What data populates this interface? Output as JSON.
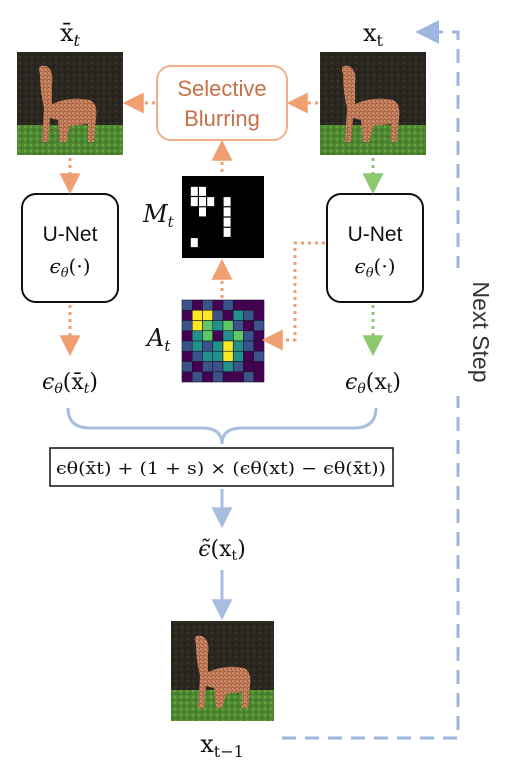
{
  "labels": {
    "xbar_t": "x̄",
    "xbar_t_sub": "t",
    "x_t": "x",
    "x_t_sub": "t",
    "x_t_minus_1": "x",
    "x_t_minus_1_sub": "t−1",
    "selective_blurring_line1": "Selective",
    "selective_blurring_line2": "Blurring",
    "unet_label": "U-Net",
    "unet_fn": "ϵ",
    "unet_fn_sub": "θ",
    "unet_fn_arg": "(·)",
    "M_t": "M",
    "M_t_sub": "t",
    "A_t": "A",
    "A_t_sub": "t",
    "eps_left": "ϵ",
    "eps_left_sub": "θ",
    "eps_left_arg_pre": "(",
    "eps_left_arg": "x̄",
    "eps_left_arg_sub": "t",
    "eps_left_arg_post": ")",
    "eps_right": "ϵ",
    "eps_right_sub": "θ",
    "eps_right_arg_pre": "(",
    "eps_right_arg": "x",
    "eps_right_arg_sub": "t",
    "eps_right_arg_post": ")",
    "formula": "ϵθ(x̄t) + (1 + s) × (ϵθ(xt) − ϵθ(x̄t))",
    "eps_tilde": "ϵ̃",
    "eps_tilde_arg_pre": "(",
    "eps_tilde_arg": "x",
    "eps_tilde_arg_sub": "t",
    "eps_tilde_arg_post": ")",
    "next_step": "Next Step"
  },
  "colors": {
    "orange": "#f0a070",
    "green": "#8cc870",
    "blue": "#a8bee0",
    "blue_dash": "#9db6e0",
    "box_orange_text": "#c8704a",
    "box_orange_border": "#f0b08a",
    "attention_palette": [
      "#440154",
      "#3b528b",
      "#21918c",
      "#5ec962",
      "#fde725"
    ]
  },
  "attention_grid": [
    [
      1,
      0,
      1,
      0,
      1,
      0,
      0,
      0
    ],
    [
      0,
      4,
      4,
      1,
      0,
      2,
      1,
      0
    ],
    [
      1,
      4,
      3,
      2,
      3,
      1,
      0,
      1
    ],
    [
      0,
      2,
      3,
      0,
      2,
      3,
      1,
      0
    ],
    [
      1,
      2,
      1,
      2,
      4,
      2,
      1,
      0
    ],
    [
      0,
      1,
      2,
      2,
      4,
      2,
      0,
      1
    ],
    [
      1,
      0,
      1,
      1,
      2,
      1,
      0,
      0
    ],
    [
      0,
      1,
      0,
      1,
      0,
      0,
      1,
      0
    ]
  ],
  "mask_grid": [
    [
      0,
      0,
      0,
      0,
      0,
      0,
      0,
      0,
      0,
      0
    ],
    [
      0,
      1,
      1,
      0,
      0,
      0,
      0,
      0,
      0,
      0
    ],
    [
      0,
      1,
      1,
      1,
      0,
      1,
      0,
      0,
      0,
      0
    ],
    [
      0,
      0,
      1,
      0,
      0,
      1,
      0,
      0,
      0,
      0
    ],
    [
      0,
      0,
      0,
      0,
      0,
      1,
      0,
      0,
      0,
      0
    ],
    [
      0,
      0,
      0,
      0,
      0,
      1,
      0,
      0,
      0,
      0
    ],
    [
      0,
      1,
      0,
      0,
      0,
      0,
      0,
      0,
      0,
      0
    ],
    [
      0,
      0,
      0,
      0,
      0,
      0,
      0,
      0,
      0,
      0
    ]
  ]
}
